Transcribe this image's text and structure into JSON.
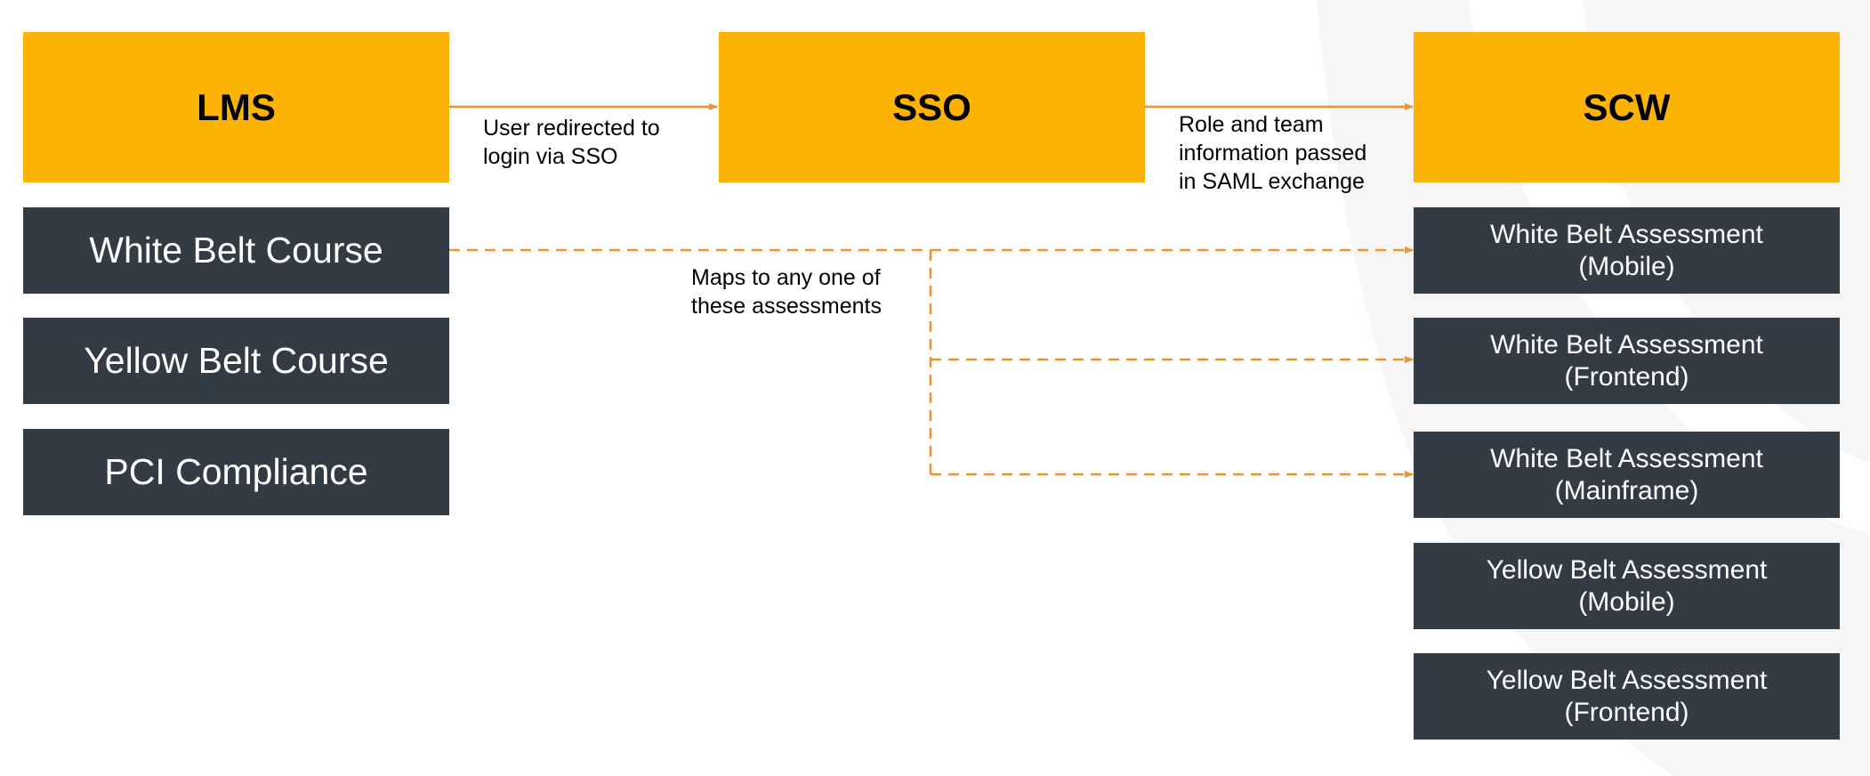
{
  "colors": {
    "header_fill": "#FDB304",
    "item_fill": "#333B45",
    "arrow": "#F0922B",
    "watermark": "#F5F5F5"
  },
  "headers": {
    "lms": "LMS",
    "sso": "SSO",
    "scw": "SCW"
  },
  "lms_courses": [
    "White Belt Course",
    "Yellow Belt Course",
    "PCI Compliance"
  ],
  "scw_assessments": [
    {
      "name": "White Belt Assessment",
      "variant": "(Mobile)"
    },
    {
      "name": "White Belt Assessment",
      "variant": "(Frontend)"
    },
    {
      "name": "White Belt Assessment",
      "variant": "(Mainframe)"
    },
    {
      "name": "Yellow Belt Assessment",
      "variant": "(Mobile)"
    },
    {
      "name": "Yellow Belt Assessment",
      "variant": "(Frontend)"
    }
  ],
  "edge_labels": {
    "lms_to_sso": "User redirected to\nlogin via SSO",
    "sso_to_scw": "Role and team\ninformation passed\nin SAML exchange",
    "course_mapping": "Maps to any one of\nthese assessments"
  }
}
